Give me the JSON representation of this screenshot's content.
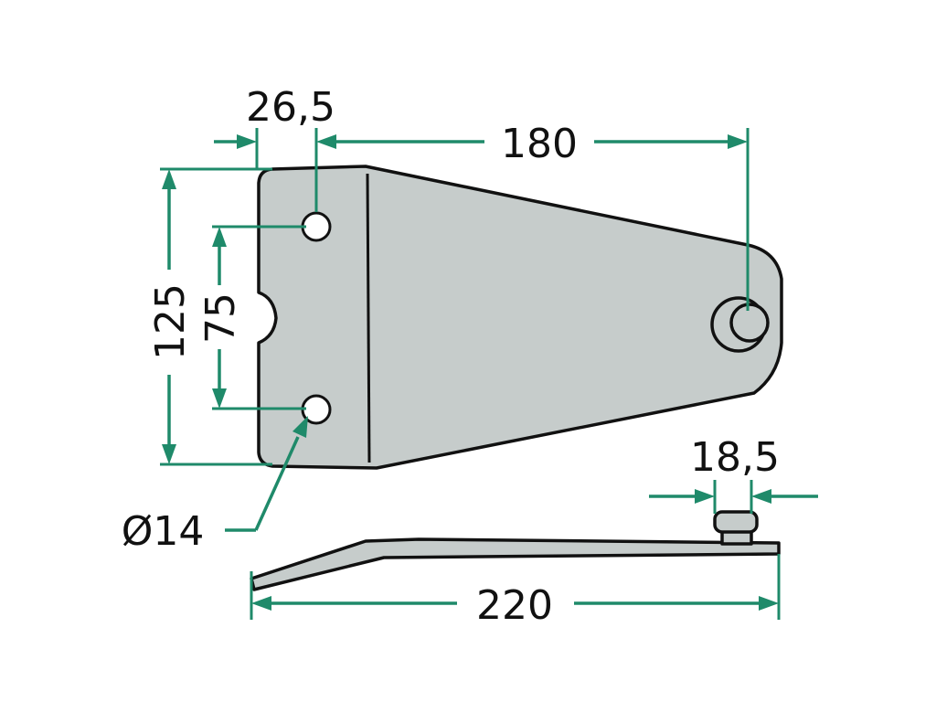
{
  "colors": {
    "dimension": "#1f8a6a",
    "part_fill": "#c6cccb",
    "outline": "#111111",
    "background": "#ffffff"
  },
  "dimensions": {
    "hole_offset": "26,5",
    "hole_to_pin": "180",
    "overall_height": "125",
    "hole_spacing": "75",
    "hole_diameter": "Ø14",
    "pin_diameter": "18,5",
    "overall_length": "220"
  }
}
